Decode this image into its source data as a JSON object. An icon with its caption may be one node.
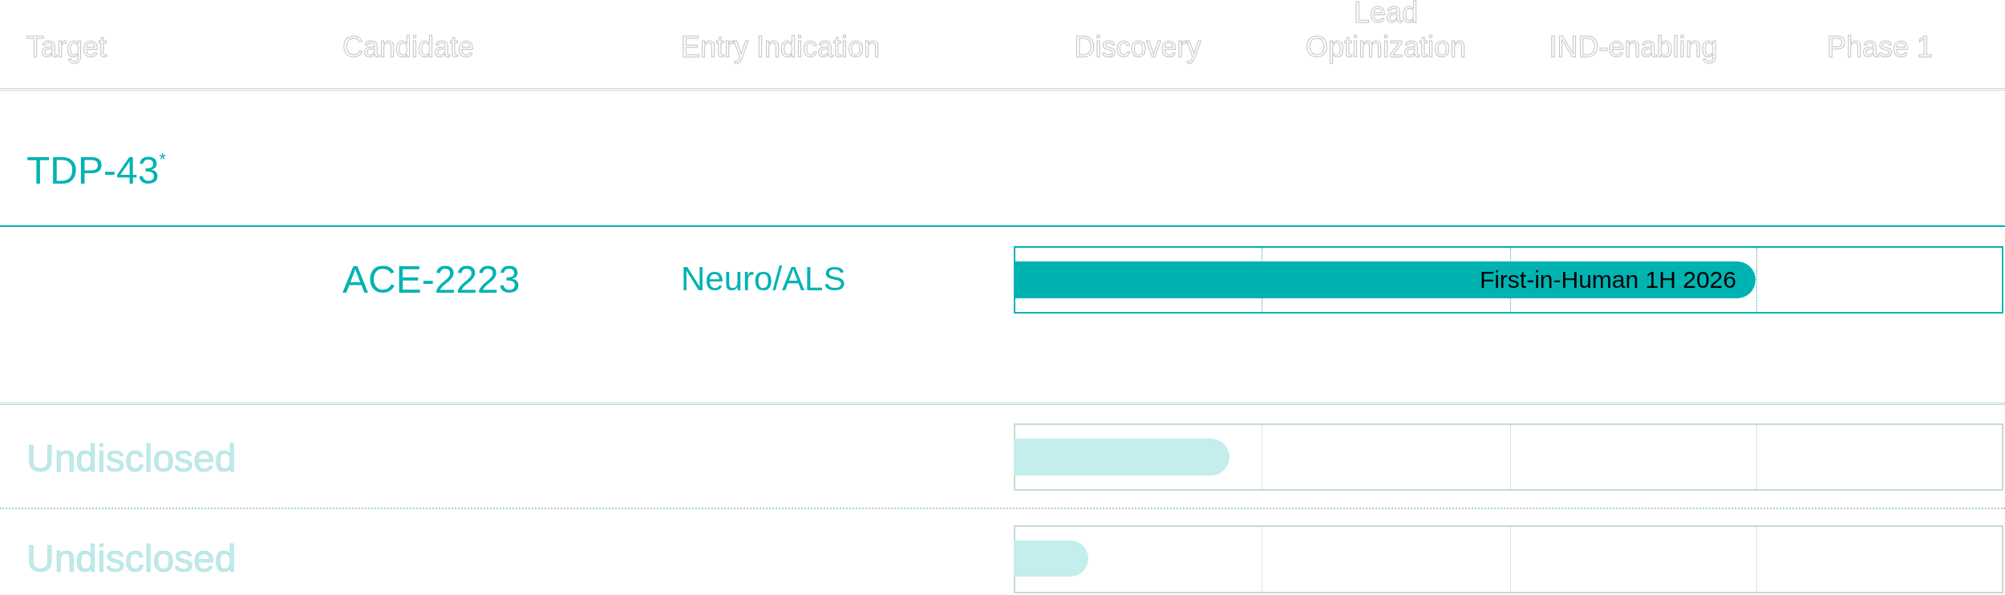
{
  "diagram": {
    "nodes": [
      {
        "text": [
          "First-in-Human 1H 2026"
        ]
      },
      {
        "text": [],
        "shape": "bar"
      },
      {
        "text": [],
        "shape": "bar"
      }
    ],
    "labels": [
      "Target",
      "Candidate",
      "Entry Indication",
      "Discovery",
      "Lead Optimization",
      "IND-enabling",
      "Phase 1",
      "TDP-43$^{*}$",
      "ACE-2223",
      "Neuro/ALS",
      "Undisclosed",
      "Undisclosed"
    ]
  }
}
